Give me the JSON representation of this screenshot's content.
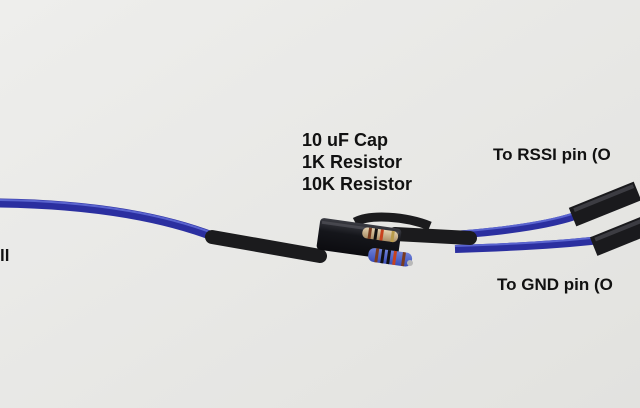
{
  "labels": {
    "components": [
      "10 uF Cap",
      "1K Resistor",
      "10K Resistor"
    ],
    "rssi": "To RSSI pin  (O",
    "gnd": "To GND pin  (O",
    "left_cut": "ll"
  },
  "colors": {
    "background": "#e9e9e7",
    "wire": "#2b2fa0",
    "heatshrink": "#1b1b1d",
    "capacitor": "#17181d",
    "resistor_body": "#c9b08a"
  }
}
